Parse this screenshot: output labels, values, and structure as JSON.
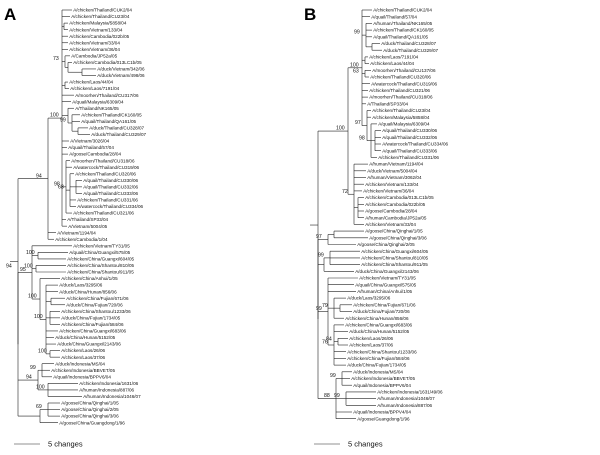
{
  "panels": [
    {
      "id": "A",
      "letter": "A",
      "scale_label": "5 changes",
      "leaves": [
        "A/chicken/Thailand/CUK2/04",
        "A/chicken/Thailand/CU23/04",
        "A/chicken/Malaysia/5858/04",
        "A/chicken/Vietnam/133/04",
        "A/chicken/Cambodia/022b/05",
        "A/chicken/Vietnam/33/04",
        "A/chicken/Vietnam/36/04",
        "A/Cambodia/JP52a/05",
        "A/chicken/Cambodia/013LC1b/05",
        "A/duck/Vietnam/342/06",
        "A/duck/Vietnam/498/06",
        "A/chicken/Laos/44/04",
        "A/chicken/Laos/7191/04",
        "A/moorhen/Thailand/CU317/06",
        "A/quail/Malaysia/6309/04",
        "A/Thailand/NK165/05",
        "A/chicken/Thailand/CK160/05",
        "A/quail/Thailand/QA161/05",
        "A/duck/Thailand/CU328/07",
        "A/duck/Thailand/CU329/07",
        "A/Vietnam/3026/04",
        "A/quail/Thailand/57/04",
        "A/goose/Cambodia/28/04",
        "A/moorhen/Thailand/CU318/06",
        "A/watercock/Thailand/CU319/06",
        "A/chicken/Thailand/CU320/06",
        "A/quail/Thailand/CU330/06",
        "A/quail/Thailand/CU332/06",
        "A/quail/Thailand/CU333/06",
        "A/chicken/Thailand/CU331/06",
        "A/watercock/Thailand/CU334/06",
        "A/chicken/Thailand/CU321/06",
        "A/Thailand/SP33/04",
        "A/Vietnam/5004/05",
        "A/Vietnam/1194/04",
        "A/chicken/Cambodia/1/04",
        "A/chicken/Vietnam/TY31/05",
        "A/quail/China/Guangxi/575/05",
        "A/chicken/China/Guangxi/604/05",
        "A/chicken/China/Shantou/810/05",
        "A/chicken/China/Shantou/911/05",
        "A/chicken/China/Anhui/1/05",
        "A/duck/Laos/3295/06",
        "A/duck/China/Hunan/856/06",
        "A/chicken/China/Fujian/671/06",
        "A/duck/China/Fujian/720/06",
        "A/chicken/China/Shantou/1233/06",
        "A/duck/China/Fujian/1734/05",
        "A/chicken/China/Fujian/584/06",
        "A/chicken/China/Guangxi/683/06",
        "A/duck/China/Hunan/5152/05",
        "A/duck/China/Guangxi/2143/06",
        "A/chicken/Laos/26/06",
        "A/chicken/Laos/37/06",
        "A/duck/Indonesia/MS/04",
        "A/chicken/Indonesia/BBVET/05",
        "A/quail/Indonesia/BPPV6/04",
        "A/chicken/Indonesia/1631/06",
        "A/human/Indonesia/887/06",
        "A/human/Indonesia/1046/07",
        "A/goose/China/Qinghai/1/05",
        "A/goose/China/Qinghai/2/05",
        "A/goose/China/Qinghai/3/06",
        "A/goose/China/Guangdong/1/96"
      ],
      "bootstrap": [
        "73",
        "99",
        "98",
        "100",
        "98",
        "68",
        "100",
        "100",
        "100",
        "100",
        "95",
        "100",
        "100",
        "100",
        "99",
        "100",
        "94",
        "69"
      ]
    },
    {
      "id": "B",
      "letter": "B",
      "scale_label": "5 changes",
      "leaves": [
        "A/chicken/Thailand/CUK2/04",
        "A/quail/Thailand/57/04",
        "A/human/Thailand/NK165/05",
        "A/chicken/Thailand/CK160/05",
        "A/quail/Thailand/QA161/05",
        "A/duck/Thailand/CU328/07",
        "A/duck/Thailand/CU329/07",
        "A/chicken/Laos/7191/04",
        "A/chicken/Laos/44/04",
        "A/moorhen/Thailand/CU137/06",
        "A/chicken/Thailand/CU320/06",
        "A/watercock/Thailand/CU319/06",
        "A/chicken/Thailand/CU321/06",
        "A/moorhen/Thailand/CU318/06",
        "A/Thailand/SP33/04",
        "A/chicken/Thailand/CU23/04",
        "A/chicken/Malaysia/5858/04",
        "A/quail/Malaysia/6309/04",
        "A/quail/Thailand/CU330/06",
        "A/quail/Thailand/CU332/06",
        "A/watercock/Thailand/CU334/06",
        "A/quail/Thailand/CU333/06",
        "A/chicken/Thailand/CU331/06",
        "A/human/Vietnam/1194/04",
        "A/duck/Vietnam/5004/04",
        "A/human/Vietnam/3062/04",
        "A/chicken/Vietnam/133/04",
        "A/chicken/Vietnam/36/04",
        "A/chicken/Cambodia/013LC1b/05",
        "A/chicken/Cambodia/022b/05",
        "A/goose/Cambodia/28/04",
        "A/human/Cambodia/JP52a/05",
        "A/chicken/Vietnam/33/04",
        "A/goose/China/Qinghai/1/05",
        "A/goose/China/Qinghai/3/06",
        "A/goose/China/Qinghai/2/05",
        "A/chicken/China/Guangxi/604/05",
        "A/chicken/China/Shantou/810/05",
        "A/chicken/China/Shantou/911/05",
        "A/duck/China/Guangxi/2143/06",
        "A/chicken/Vietnam/TY31/05",
        "A/quail/China/Guangxi/575/05",
        "A/human/China/Anhui/1/05",
        "A/duck/Laos/3295/06",
        "A/chicken/China/Fujian/671/06",
        "A/duck/China/Fujian/720/06",
        "A/chicken/China/Hunan/856/06",
        "A/chicken/China/Guangxi/683/06",
        "A/duck/China/Hunan/5152/05",
        "A/chicken/Laos/26/06",
        "A/chicken/Laos/37/06",
        "A/chicken/China/Shantou/1233/06",
        "A/chicken/China/Fujian/584/06",
        "A/duck/China/Fujian/1734/05",
        "A/duck/Indonesia/MS/04",
        "A/chicken/Indonesia/BBVET/05",
        "A/quail/Indonesia/BPPV6/04",
        "A/chicken/Indonesia/1631/49/06",
        "A/human/Indonesia/1046/07",
        "A/human/Indonesia/887/06",
        "A/quail/Indonesia/BPPV4/04",
        "A/goose/Guangdong/1/96"
      ],
      "bootstrap": [
        "99",
        "63",
        "100",
        "97",
        "96",
        "98",
        "100",
        "72",
        "100",
        "97",
        "99",
        "79",
        "99",
        "76",
        "84",
        "99",
        "88",
        "99",
        "100",
        "99"
      ]
    }
  ]
}
